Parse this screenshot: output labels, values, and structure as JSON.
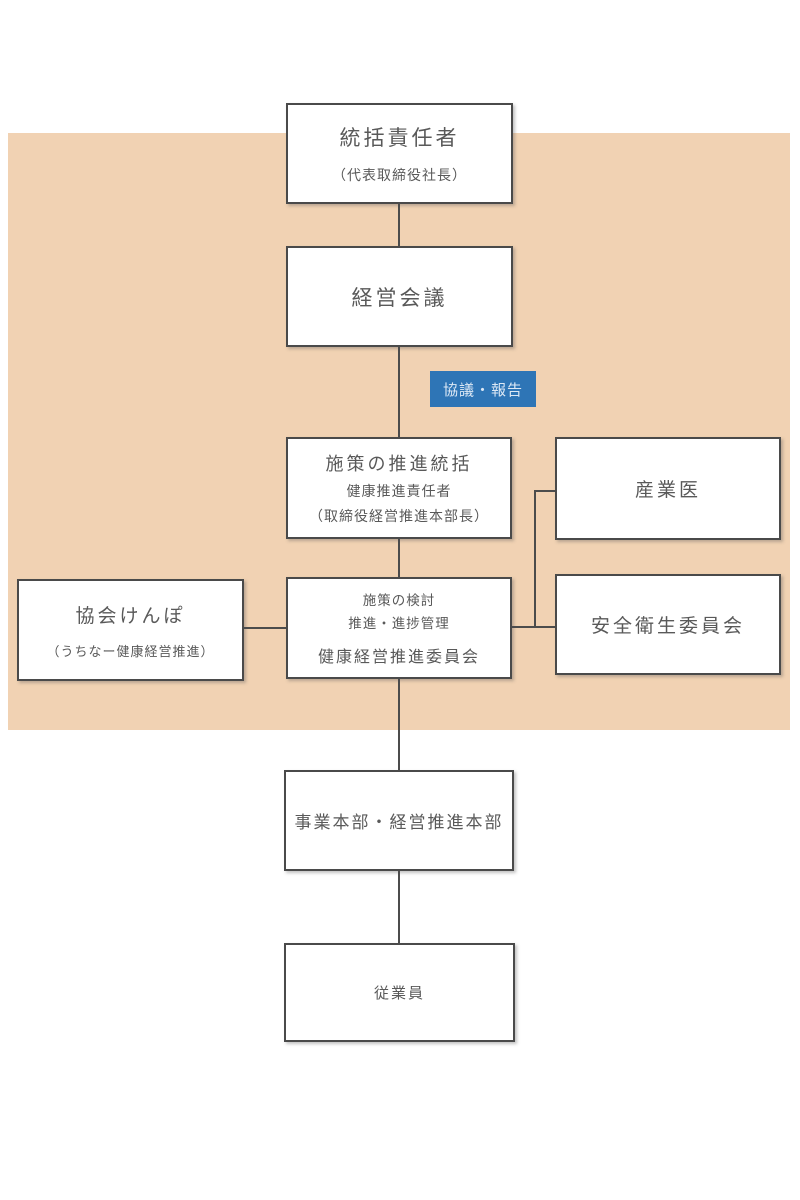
{
  "diagram": {
    "type": "org-flowchart",
    "colors": {
      "background_panel": "#f1d2b3",
      "box_background": "#ffffff",
      "box_border": "#4a4a4a",
      "connector_line": "#4c4c4c",
      "accent_blue": "#2e75b6",
      "text": "#595959",
      "label_text": "#dce8f5"
    },
    "connector_label": {
      "text": "協議・報告"
    },
    "nodes": {
      "top_responsible": {
        "title": "統括責任者",
        "subtitle": "（代表取締役社長）"
      },
      "management_meeting": {
        "title": "経営会議"
      },
      "promotion_lead": {
        "title": "施策の推進統括",
        "subtitle1": "健康推進責任者",
        "subtitle2": "（取締役経営推進本部長）"
      },
      "occupational_physician": {
        "title": "産業医"
      },
      "kyokai_kenpo": {
        "title": "協会けんぽ",
        "subtitle": "（うちなー健康経営推進）"
      },
      "promotion_committee": {
        "line1": "施策の検討",
        "line2": "推進・進捗管理",
        "title": "健康経営推進委員会"
      },
      "safety_health_committee": {
        "title": "安全衛生委員会"
      },
      "business_hq": {
        "title": "事業本部・経営推進本部"
      },
      "employees": {
        "title": "従業員"
      }
    }
  }
}
